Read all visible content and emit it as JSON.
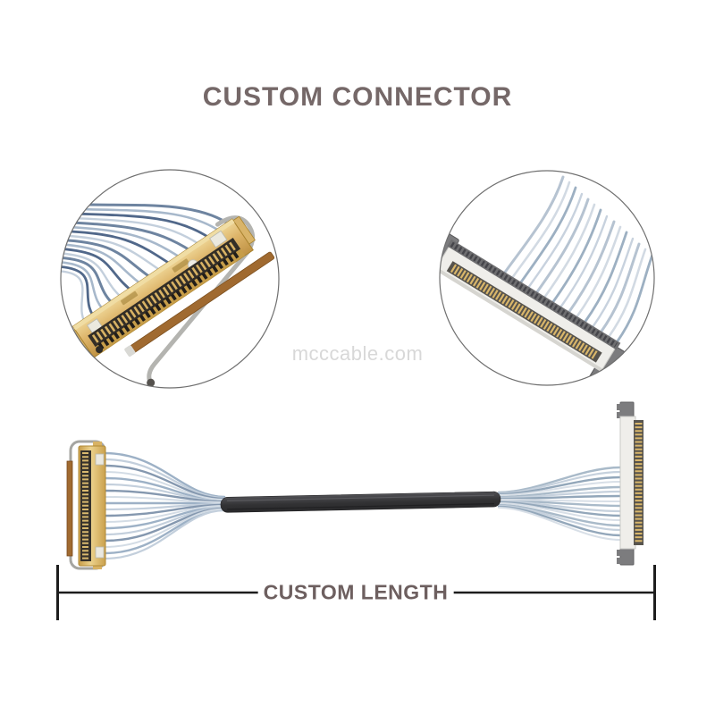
{
  "header": {
    "title": "CUSTOM CONNECTOR"
  },
  "watermark": {
    "text": "mcccable.com"
  },
  "dimension": {
    "label": "CUSTOM LENGTH"
  },
  "detail_views": {
    "left": {
      "name": "gold-lvds-connector-closeup"
    },
    "right": {
      "name": "silver-lvds-connector-closeup"
    }
  },
  "colors": {
    "page-bg": "#ffffff",
    "title-text": "#756868",
    "label-text": "#6d5f5f",
    "watermark-text": "#d8d8d8",
    "dimension-line": "#1d1d1d",
    "circle-border": "#6f6f6f",
    "wire-light": "#c9d4df",
    "wire-mid": "#9db1c6",
    "wire-dark": "#5f7694",
    "gold": "#d8ae5e",
    "pin-gold": "#d9b66a",
    "copper": "#a06a30",
    "sleeve": "#3a3a3c",
    "connector-white": "#efeeea",
    "clip-gray": "#7c7c7e",
    "silver": "#b3b3b1"
  }
}
